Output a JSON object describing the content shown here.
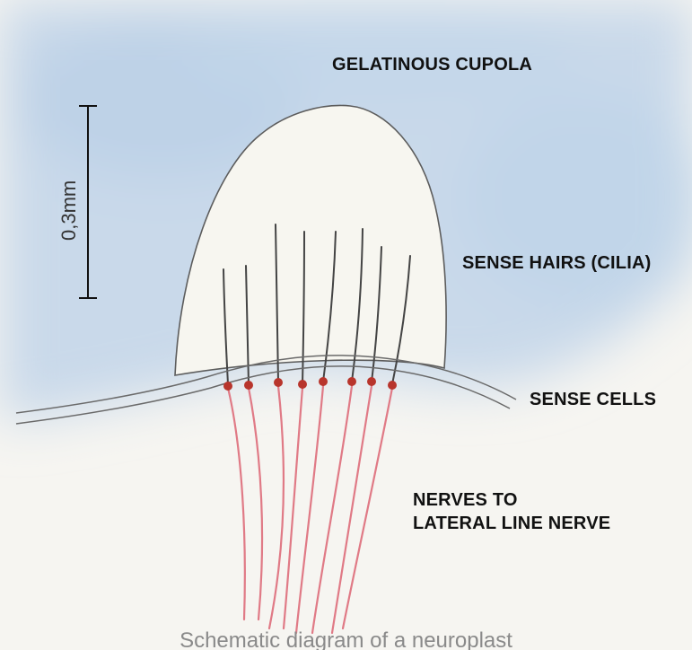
{
  "labels": {
    "cupola": "GELATINOUS CUPOLA",
    "cilia": "SENSE HAIRS (CILIA)",
    "sense_cells": "SENSE CELLS",
    "nerves_line1": "NERVES TO",
    "nerves_line2": "LATERAL LINE NERVE"
  },
  "scale_bar": {
    "label": "0,3mm"
  },
  "caption": "Schematic diagram of a neuroplast",
  "colors": {
    "background_wash": "#c9d9ea",
    "paper": "#f6f5f1",
    "outline": "#555555",
    "hair": "#444444",
    "cell": "#b8352c",
    "nerve": "#e07a86",
    "label_text": "#111111",
    "caption_text": "#8a8a8a"
  }
}
